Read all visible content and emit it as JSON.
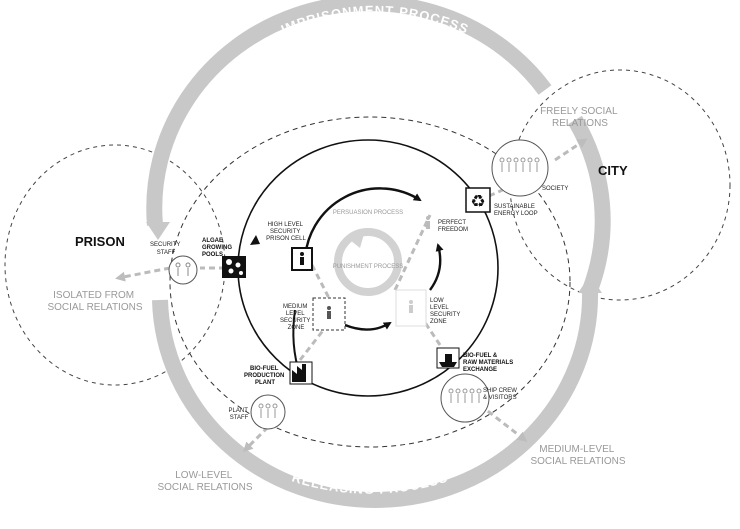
{
  "process_labels": {
    "outer_top": "IMPRISONMENT PROCESS",
    "outer_bottom": "RELEASING PROCESS",
    "persuasion": "PERSUASION PROCESS",
    "punishment": "PUNISHMENT PROCESS"
  },
  "places": {
    "prison": "PRISON",
    "city": "CITY"
  },
  "relations": {
    "isolated": [
      "ISOLATED FROM",
      "SOCIAL RELATIONS"
    ],
    "freely": [
      "FREELY SOCIAL",
      "RELATIONS"
    ],
    "low_level": [
      "LOW-LEVEL",
      "SOCIAL RELATIONS"
    ],
    "medium_level": [
      "MEDIUM-LEVEL",
      "SOCIAL RELATIONS"
    ]
  },
  "groups": {
    "security_staff": [
      "SECURITY",
      "STAFF"
    ],
    "society": "SOCIETY",
    "plant_staff": [
      "PLANT",
      "STAFF"
    ],
    "ship_crew": [
      "SHIP CREW",
      "& VISITORS"
    ]
  },
  "facilities": {
    "algae": [
      "ALGAE",
      "GROWING",
      "POOLS"
    ],
    "high_security": [
      "HIGH LEVEL",
      "SECURITY",
      "PRISON CELL"
    ],
    "medium_security": [
      "MEDIUM",
      "LEVEL",
      "SECURITY",
      "ZONE"
    ],
    "low_security": [
      "LOW",
      "LEVEL",
      "SECURITY",
      "ZONE"
    ],
    "perfect_freedom": [
      "PERFECT",
      "FREEDOM"
    ],
    "energy_loop": [
      "SUSTAINABLE",
      "ENERGY LOOP"
    ],
    "biofuel_plant": [
      "BIO-FUEL",
      "PRODUCTION",
      "PLANT"
    ],
    "biofuel_exchange": [
      "BIO-FUEL &",
      "RAW MATERIALS",
      "EXCHANGE"
    ]
  },
  "icons": {
    "recycle": "recycle-icon",
    "person": "person-icon",
    "people_group": "people-group-icon",
    "factory": "factory-icon",
    "ship": "ship-icon",
    "algae": "algae-icon"
  },
  "colors": {
    "outer_ring": "#c8c8c8",
    "inner_ring": "#d2d2d2",
    "relation_text": "#999999",
    "line": "#111111",
    "dashed_grey": "#bbbbbb"
  }
}
